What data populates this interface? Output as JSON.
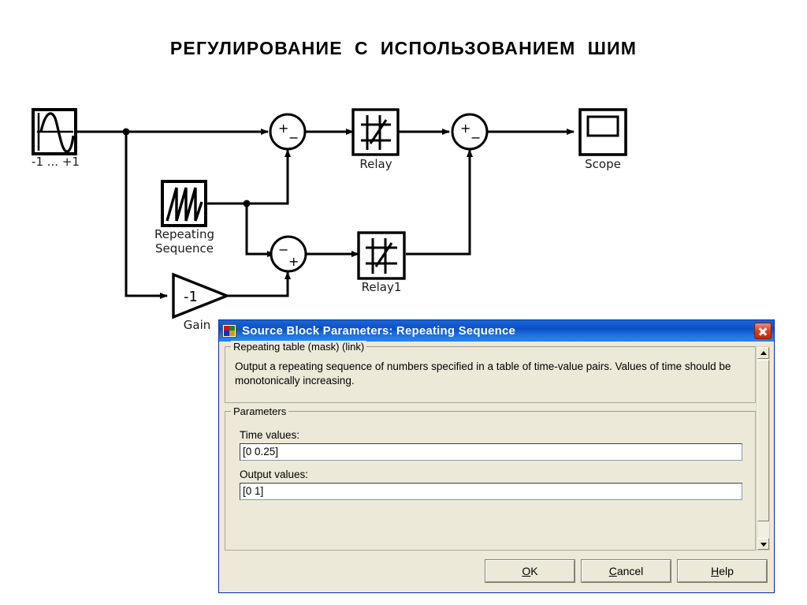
{
  "slide": {
    "title": "РЕГУЛИРОВАНИЕ  С  ИСПОЛЬЗОВАНИЕМ  ШИМ",
    "background": "#ffffff"
  },
  "diagram": {
    "type": "simulink-block-diagram",
    "blocks": [
      {
        "id": "sine",
        "icon": "sine-wave-icon",
        "label": "-1 ... +1"
      },
      {
        "id": "repseq",
        "icon": "sawtooth-icon",
        "label": "Repeating\nSequence"
      },
      {
        "id": "gain",
        "icon": "gain-triangle-icon",
        "label": "Gain",
        "value": "-1"
      },
      {
        "id": "sum1",
        "icon": "sum-circle-icon",
        "label": "",
        "signs": [
          "+",
          "-"
        ]
      },
      {
        "id": "sum2",
        "icon": "sum-circle-icon",
        "label": "",
        "signs": [
          "-",
          "+"
        ]
      },
      {
        "id": "sum3",
        "icon": "sum-circle-icon",
        "label": "",
        "signs": [
          "+",
          "-"
        ]
      },
      {
        "id": "relay",
        "icon": "relay-hysteresis-icon",
        "label": "Relay"
      },
      {
        "id": "relay1",
        "icon": "relay-hysteresis-icon",
        "label": "Relay1"
      },
      {
        "id": "scope",
        "icon": "scope-icon",
        "label": "Scope"
      }
    ],
    "labels": {
      "sine": "-1 ... +1",
      "repeating_sequence_line1": "Repeating",
      "repeating_sequence_line2": "Sequence",
      "gain": "Gain",
      "gain_value": "-1",
      "relay": "Relay",
      "relay1": "Relay1",
      "scope": "Scope"
    },
    "line_color": "#000000"
  },
  "dialog": {
    "title": "Source Block Parameters: Repeating Sequence",
    "icon": "simulink-block-icon",
    "close_label": "×",
    "titlebar_color": "#0a4fc4",
    "face_color": "#ece9d8",
    "description_group": {
      "legend": "Repeating table (mask) (link)",
      "text": "Output a repeating sequence of numbers specified in a table of time-value pairs. Values of time should be monotonically increasing."
    },
    "parameters_group": {
      "legend": "Parameters",
      "fields": [
        {
          "label": "Time values:",
          "value": "[0 0.25]"
        },
        {
          "label": "Output values:",
          "value": "[0 1]"
        }
      ]
    },
    "buttons": [
      {
        "id": "ok",
        "accel": "O",
        "rest": "K"
      },
      {
        "id": "cancel",
        "accel": "C",
        "rest": "ancel"
      },
      {
        "id": "help",
        "accel": "H",
        "rest": "elp"
      }
    ],
    "scrollbar": {
      "up": "▲",
      "down": "▼"
    }
  }
}
